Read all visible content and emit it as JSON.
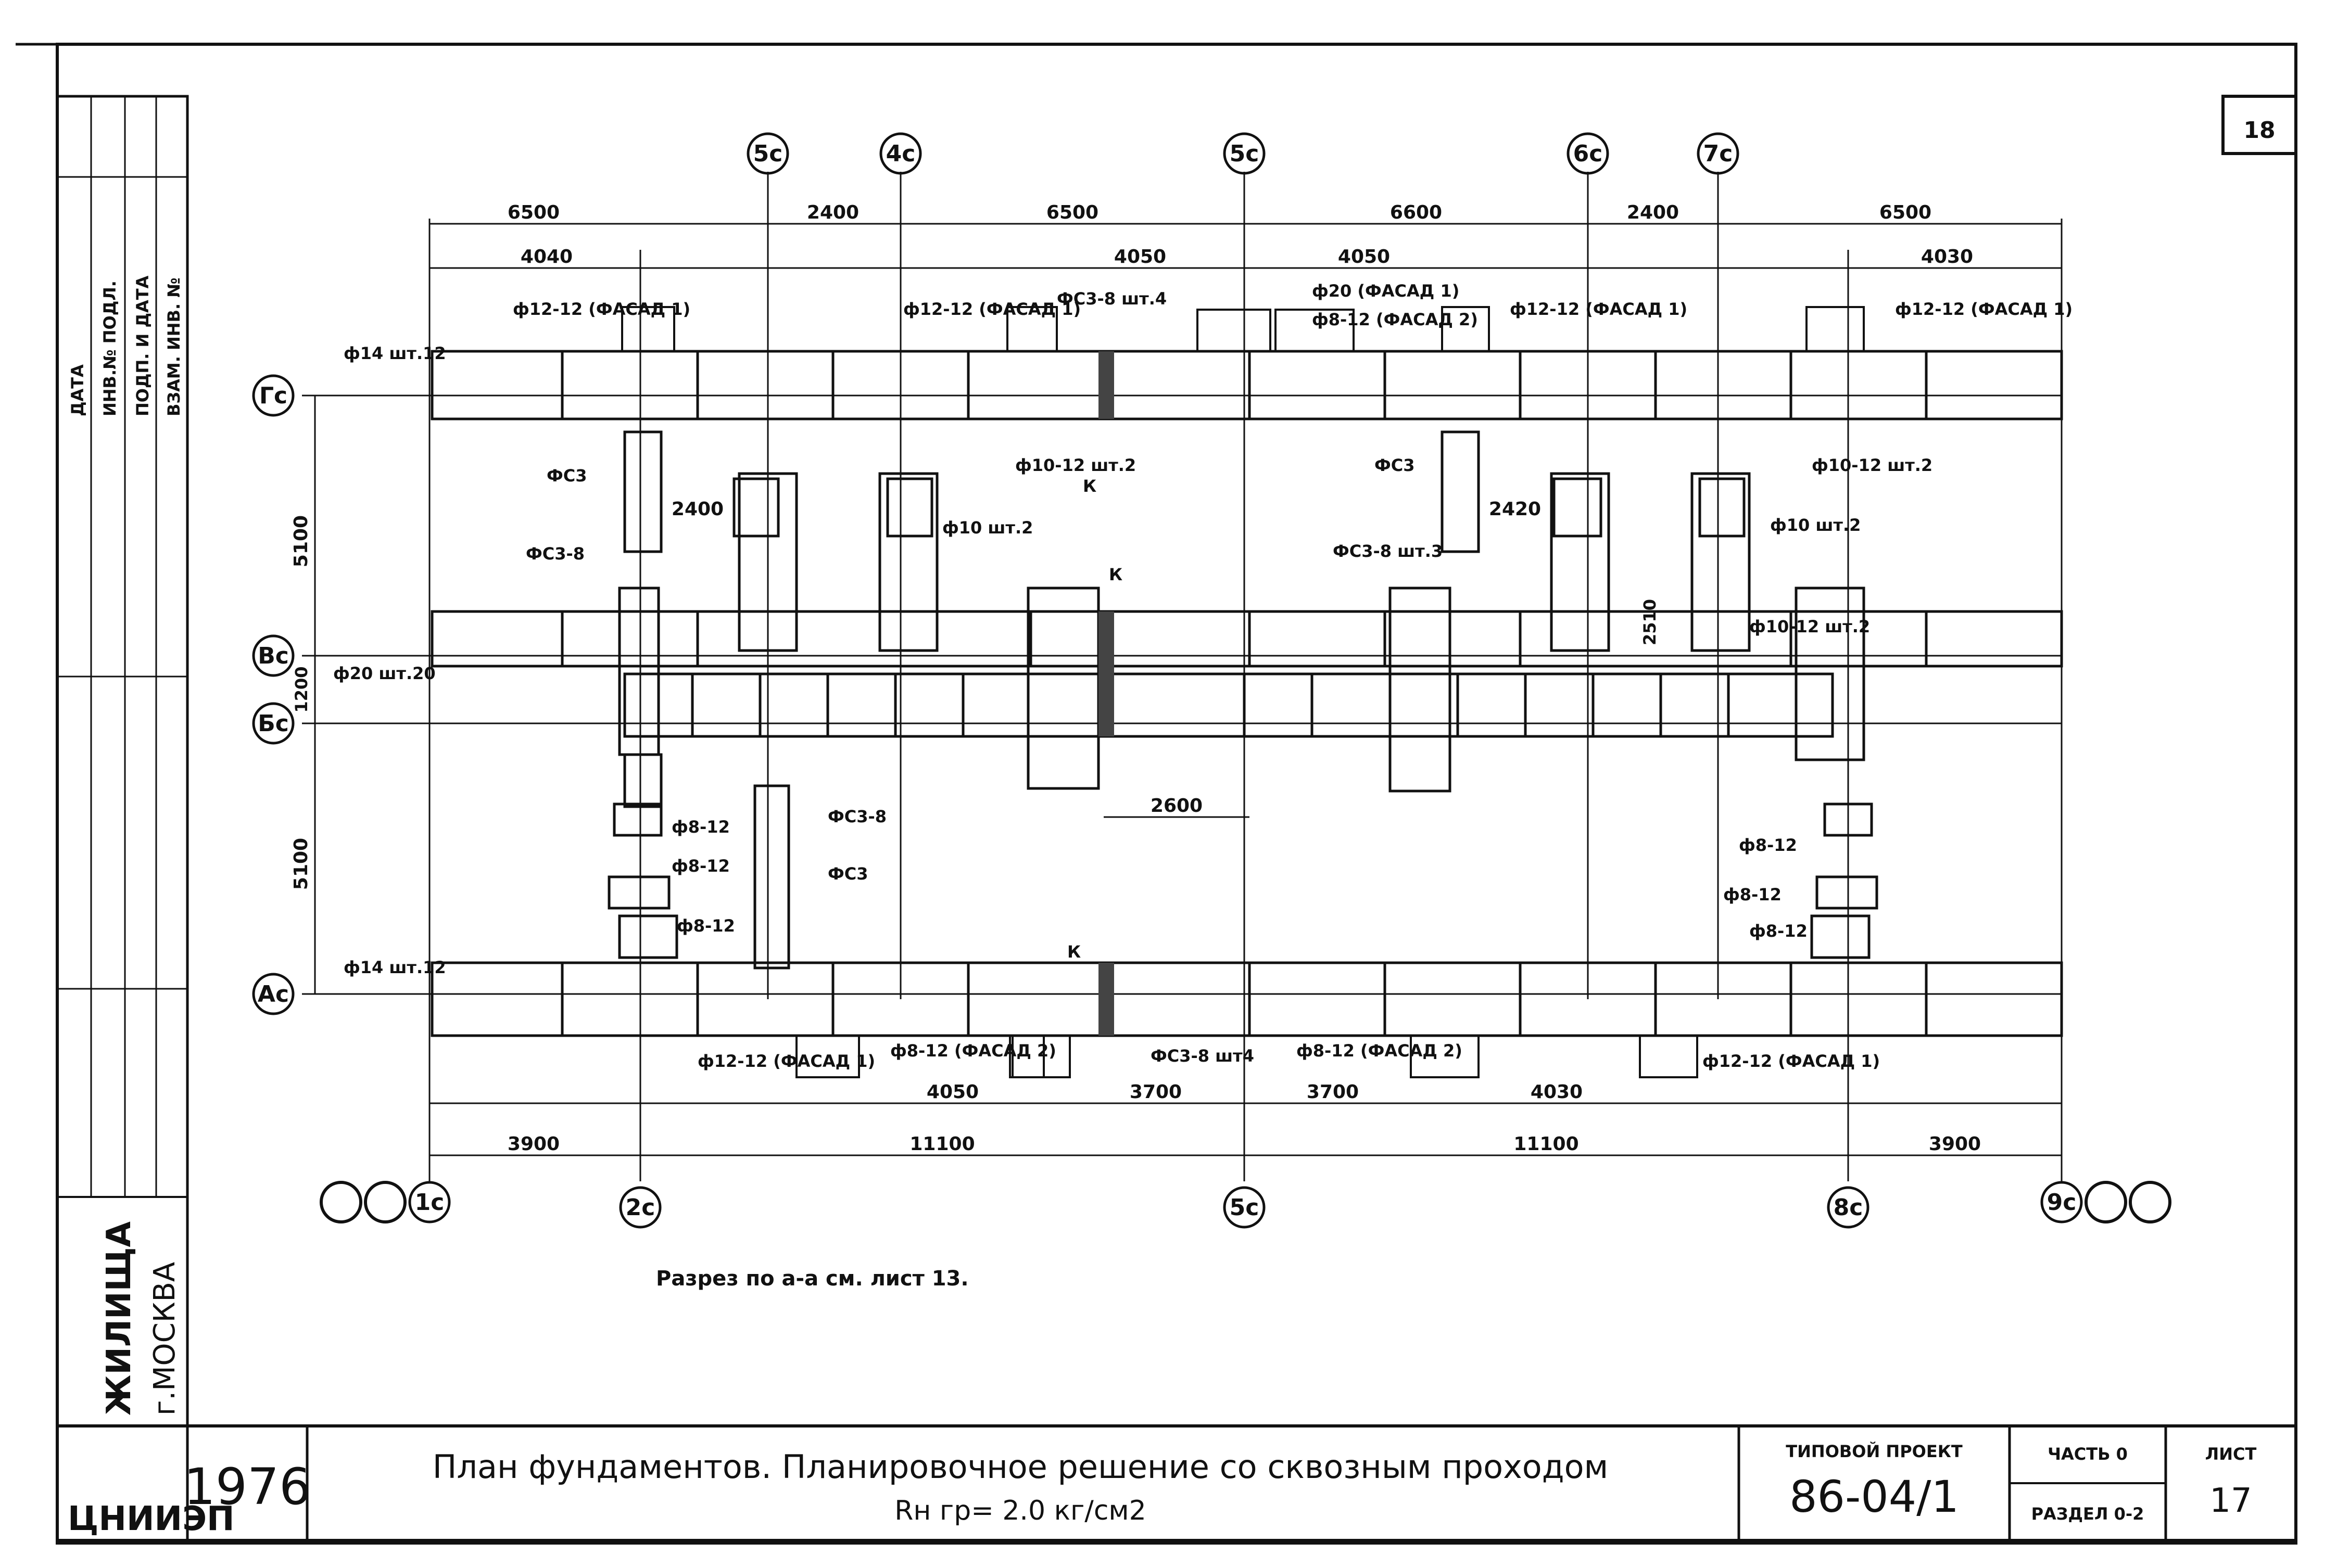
{
  "sheet_corner_number": "18",
  "axes": {
    "top": [
      "5c",
      "4c",
      "5c",
      "6c",
      "7c"
    ],
    "bottom": [
      "1c",
      "2c",
      "5c",
      "8c",
      "9c"
    ],
    "left": [
      "Гс",
      "Вс",
      "Бс",
      "Ас"
    ]
  },
  "dimensions": {
    "top_row1": [
      "6500",
      "2400",
      "6500",
      "6600",
      "2400",
      "6500"
    ],
    "top_row2": [
      "4040",
      "4050",
      "4050",
      "4030"
    ],
    "left_vertical": [
      "5100",
      "5100"
    ],
    "left_gap": "1200",
    "bottom_row1": [
      "4050",
      "3700",
      "3700",
      "4030"
    ],
    "bottom_row2": [
      "3900",
      "11100",
      "11100",
      "3900"
    ],
    "center_span": "2600",
    "inner_a": "2400",
    "inner_b": "2420",
    "inner_c": "2510"
  },
  "annotations": {
    "rebar_top_left": "ф14 шт.12",
    "rebar_bottom_left": "ф14 шт.12",
    "rebar_mid_left": "ф20 шт.20",
    "facade_1": "ф12-12 (ФАСАД 1)",
    "facade_1_b": "ф12-12 (ФАСАД 1)",
    "facade_1_c": "ф12-12 (ФАСАД 1)",
    "facade_1_d": "ф12-12 (ФАСАД 1)",
    "facade_2": "ф8-12 (ФАСАД 2)",
    "facade_2_b": "ф8-12 (ФАСАД 2)",
    "top_c1": "ф20 (ФАСАД 1)",
    "top_c2": "ф8-12 (ФАСАД 2)",
    "fc3_top": "ФС3-8 шт.4",
    "fc3_bottom": "ФС3-8 шт4",
    "fc3_left": "ФС3-8",
    "fc3_right": "ФС3-8 шт.3",
    "fc3_mid": "ФС3-8",
    "fc3_mid2": "ФС3",
    "f10_12": "ф10-12 шт.2",
    "f10": "ф10 шт.2",
    "f8_12": "ф8-12",
    "f8_12_b": "ф8-12",
    "f8_12_c": "ф8-12",
    "f8_12_d": "ф8-12",
    "f8_12_e": "ф8-12",
    "f8_12_f": "ф8-12",
    "fc3_small": "ФС3",
    "fc3_small_b": "ФС3",
    "f10_12_b": "ф10-12 шт.2",
    "f10_12_c": "ф10-12 шт.2",
    "f10_b": "ф10 шт.2",
    "letter_k": "К"
  },
  "section_note": "Разрез по а-а см. лист 13.",
  "left_stamp": {
    "org_line1": "ЦНИИЭП",
    "org_line2": "ЖИЛИЩА",
    "city": "г.МОСКВА",
    "year": "1976",
    "columns": [
      "ДАТА",
      "ИНВ.№ ПОДЛ.",
      "ПОДП. И ДАТА",
      "ВЗАМ. ИНВ. №"
    ]
  },
  "title_block": {
    "title": "План фундаментов. Планировочное решение со сквозным проходом",
    "subtitle": "Rн гр= 2.0 кг/см2",
    "project_label": "ТИПОВОЙ ПРОЕКТ",
    "project_number": "86-04/1",
    "part_label": "ЧАСТЬ 0",
    "section_label": "РАЗДЕЛ 0-2",
    "sheet_label": "ЛИСТ",
    "sheet_number": "17"
  }
}
